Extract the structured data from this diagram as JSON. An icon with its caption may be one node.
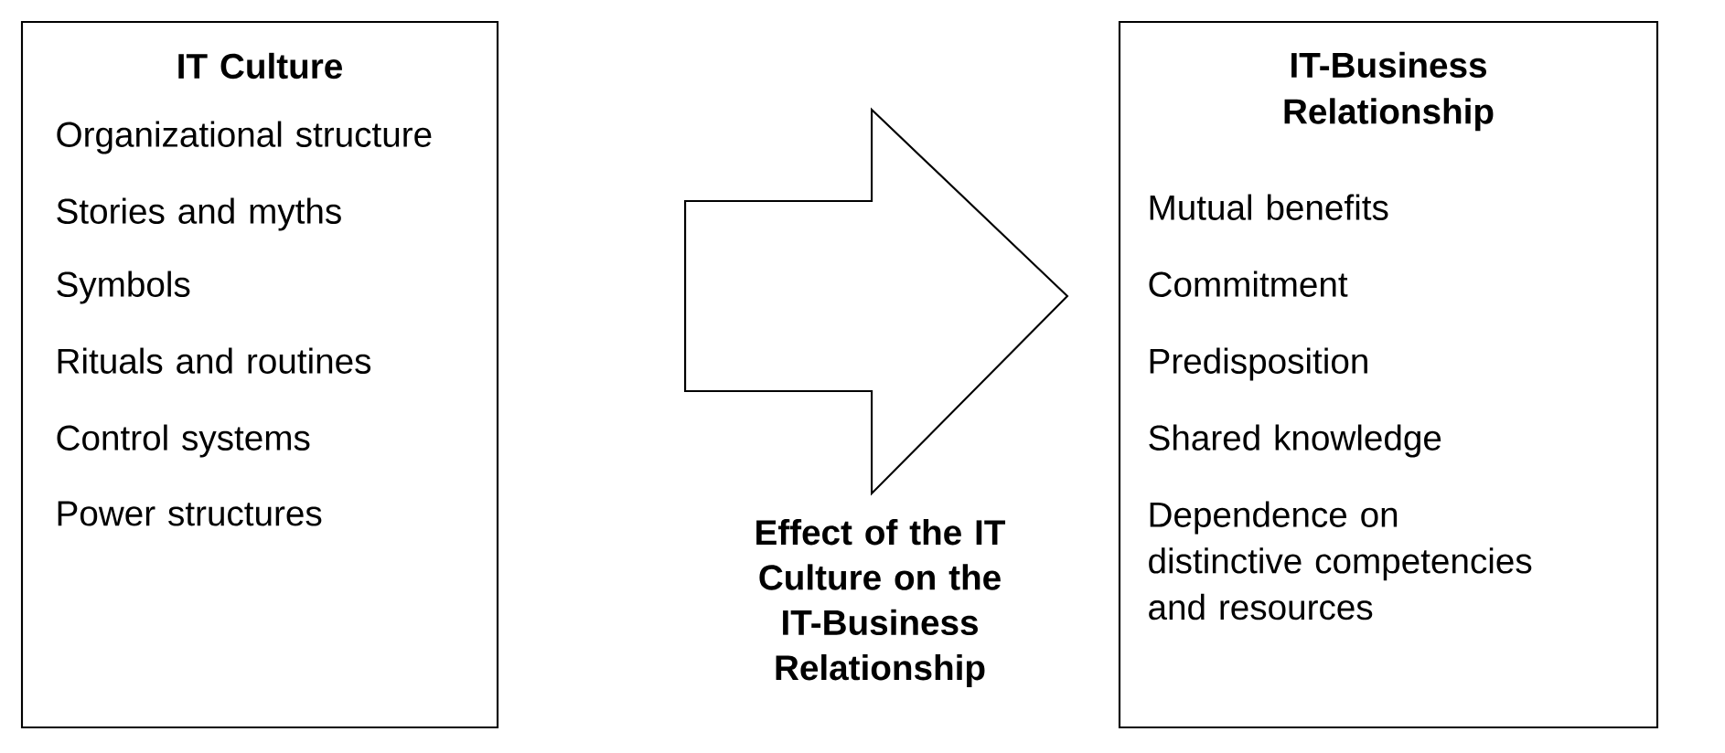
{
  "diagram": {
    "nodes": [
      {
        "text": [
          "IT Culture",
          "Organizational structure",
          "Stories and myths",
          "Symbols",
          "Rituals and routines",
          "Control systems",
          "Power structures"
        ]
      },
      {
        "text": [
          "IT-Business Relationship",
          "Mutual benefits",
          "Commitment",
          "Predisposition",
          "Shared knowledge",
          "Dependence on distinctive competencies and resources"
        ]
      }
    ],
    "edges": [
      {
        "from": 0,
        "to": 1,
        "arrow": "to"
      }
    ],
    "labels": [
      "Effect of the IT Culture on the IT-Business Relationship"
    ]
  }
}
